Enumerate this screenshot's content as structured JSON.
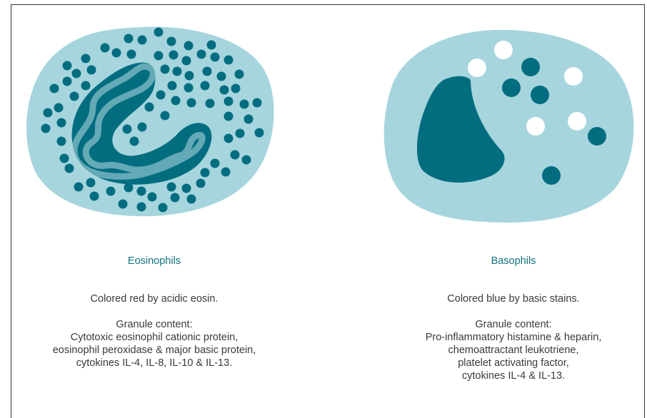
{
  "colors": {
    "cytoplasm": "#a6d5de",
    "nucleus": "#036d80",
    "granule_dark": "#036d80",
    "granule_light": "#ffffff",
    "title": "#12707f",
    "body_text": "#3a3a3a",
    "border": "#333333"
  },
  "eosinophil": {
    "title": "Eosinophils",
    "description": "Colored red by acidic eosin.",
    "granule_heading": "Granule content:",
    "granule_lines": [
      "Cytotoxic  eosinophil cationic protein,",
      "eosinophil peroxidase & major basic protein,",
      "cytokines IL-4, IL-8, IL-10 & IL-13."
    ]
  },
  "basophil": {
    "title": "Basophils",
    "description": "Colored blue by basic stains.",
    "granule_heading": "Granule content:",
    "granule_lines": [
      "Pro-inflammatory histamine & heparin,",
      "chemoattractant leukotriene,",
      "platelet activating factor,",
      "cytokines IL-4 & IL-13."
    ]
  }
}
